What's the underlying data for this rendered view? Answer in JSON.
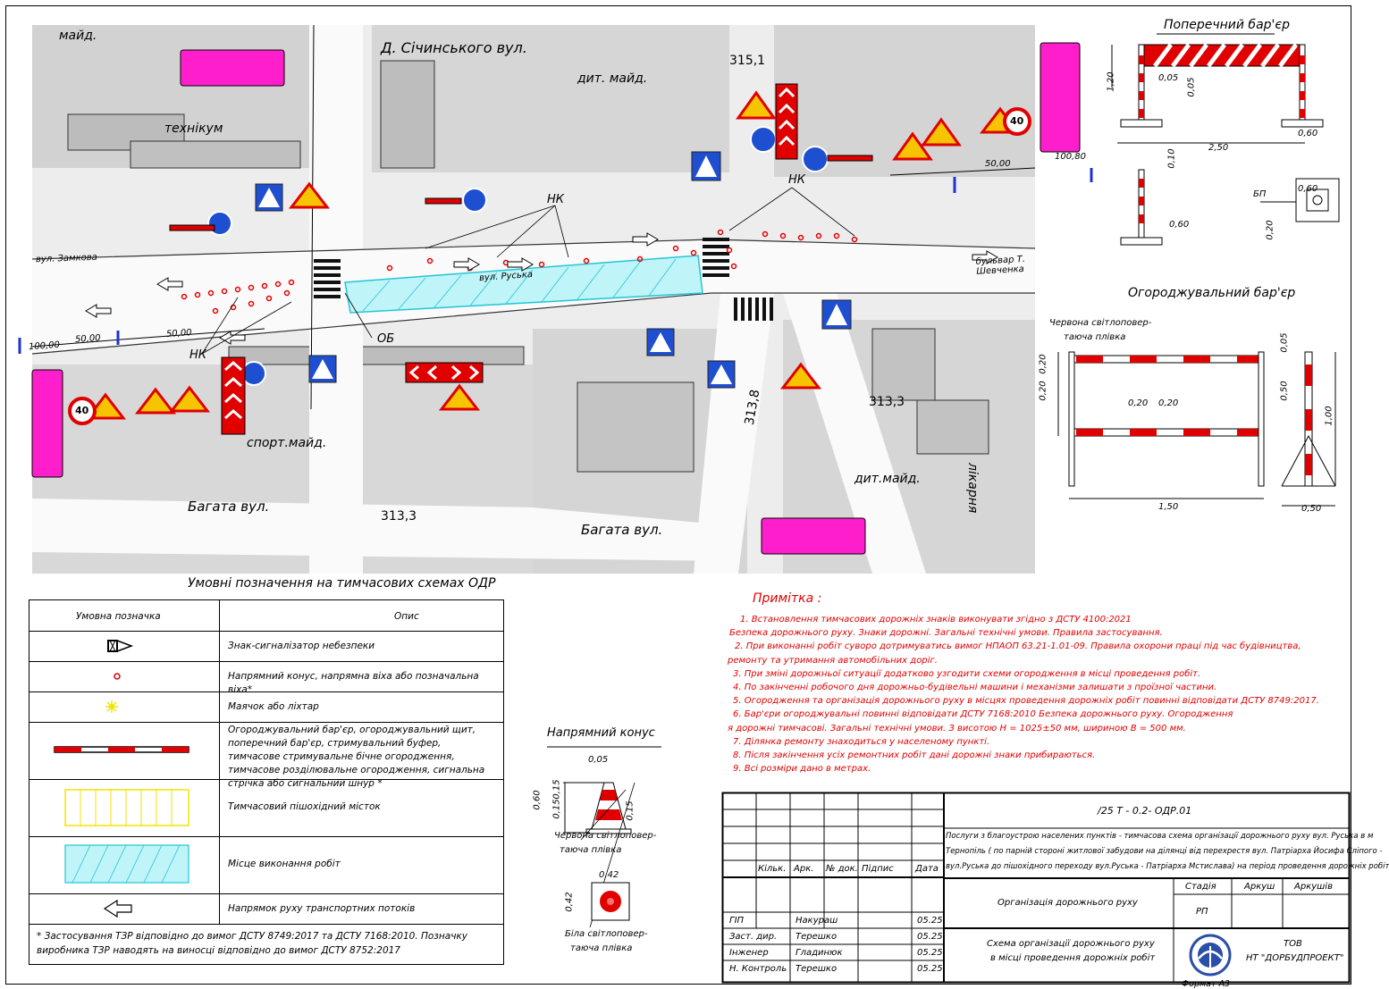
{
  "map": {
    "street_sichynskoho": "Д. Січинського вул.",
    "street_zamkova": "вул. Замкова",
    "street_ruska": "вул. Руська",
    "street_bahata_1": "Багата вул.",
    "street_bahata_2": "Багата вул.",
    "blvd_shevchenka": "бульвар Т. Шевченка",
    "technikum": "технікум",
    "dyt_maid_1": "дит. майд.",
    "dyt_maid_2": "дит.майд.",
    "sport_maid": "спорт.майд.",
    "maid": "майд.",
    "likarnia": "лікарня",
    "dim_50_left": "50,00",
    "dim_100_left": "100,00",
    "dim_50_right": "50,00",
    "dim_100_right": "100,80",
    "elev_315_1": "315,1",
    "elev_313_3a": "313,3",
    "elev_313_3b": "313,3",
    "elev_313_8": "313,8",
    "label_nk_1": "НК",
    "label_nk_2": "НК",
    "label_nk_3": "НК",
    "label_ob": "ОБ",
    "sign_40": "40"
  },
  "legend": {
    "title": "Умовні позначення на тимчасових схемах ОДР",
    "col_symbol": "Умовна позначка",
    "col_desc": "Опис",
    "rows": [
      {
        "desc": "Знак-сигналізатор небезпеки"
      },
      {
        "desc": "Напрямний конус, напрямна віха або позначальна віха*"
      },
      {
        "desc": "Маячок або ліхтар"
      },
      {
        "desc": "Огороджувальний бар'єр, огороджувальний щит, поперечний бар'єр, стримувальний буфер, тимчасове стримувальне бічне огородження, тимчасове розділювальне огородження, сигнальна стрічка або сигнальний шнур *"
      },
      {
        "desc": "Тимчасовий пішохідний місток"
      },
      {
        "desc": "Місце виконання робіт"
      },
      {
        "desc": "Напрямок руху транспортних потоків"
      }
    ],
    "footnote": "* Застосування ТЗР відповідно до вимог ДСТУ 8749:2017 та ДСТУ 7168:2010. Позначку виробника ТЗР наводять на виносці відповідно до вимог ДСТУ 8752:2017"
  },
  "notes": {
    "title": "Примітка :",
    "lines": [
      "1. Встановлення тимчасових дорожніх знаків виконувати згідно з ДСТУ 4100:2021",
      "Безпека дорожнього руху. Знаки дорожні. Загальні технічні умови. Правила застосування.",
      "2. При виконанні робіт суворо дотримуватись вимог НПАОП 63.21-1.01-09. Правила охорони праці під час будівництва,",
      "ремонту та утримання автомобільних доріг.",
      "3. При зміні дорожньої ситуації додатково узгодити схеми огородження в місці проведення робіт.",
      "4. По закінченні робочого дня дорожньо-будівельні машини і механізми залишати з проїзної частини.",
      "5. Огородження та організація дорожнього руху в місцях проведення дорожніх робіт повинні відповідати ДСТУ 8749:2017.",
      "6. Бар'єри огороджувальні повинні відповідати ДСТУ 7168:2010 Безпека дорожнього руху. Огородження",
      "я дорожні тимчасові. Загальні технічні умови. З висотою Н = 1025±50 мм, шириною В = 500 мм.",
      "7. Ділянка ремонту знаходиться у населеному пункті.",
      "8. Після закінчення усіх ремонтних робіт дані дорожні знаки прибираються.",
      "9. Всі розміри дано в метрах."
    ]
  },
  "cone": {
    "title": "Напрямний конус",
    "dim_005": "0,05",
    "dim_060": "0,60",
    "dim_015a": "0,15",
    "dim_015b": "0,15",
    "dim_015c": "0,15",
    "dim_042a": "0,42",
    "dim_042b": "0,42",
    "film_red_1": "Червона світлоповер-",
    "film_red_2": "таюча плівка",
    "film_white_1": "Біла світлоповер-",
    "film_white_2": "таюча плівка"
  },
  "cross_barrier": {
    "title": "Поперечний бар'єр",
    "dim_120": "1,20",
    "dim_005a": "0,05",
    "dim_005b": "0,05",
    "dim_250": "2,50",
    "dim_060a": "0,60",
    "dim_010": "0,10",
    "dim_060b": "0,60",
    "dim_bp": "БП",
    "dim_060c": "0,60",
    "dim_020": "0,20"
  },
  "fence_barrier": {
    "title": "Огороджувальний бар'єр",
    "film_1": "Червона світлоповер-",
    "film_2": "таюча плівка",
    "dim_005": "0,05",
    "dim_020a": "0,20",
    "dim_020b": "0,20",
    "dim_020c": "0,20",
    "dim_020d": "0,20",
    "dim_050a": "0,50",
    "dim_100": "1,00",
    "dim_150": "1,50",
    "dim_050b": "0,50"
  },
  "title_block": {
    "code": "/25 Т - 0.2- ОДР.01",
    "desc_1": "Послуги з благоустрою населених пунктів - тимчасова схема організації дорожнього руху вул. Руська в м",
    "desc_2": "Тернопіль ( по парній стороні житлової забудови на ділянці від перехрестя вул. Патріарха Йосифа Сліпого -",
    "desc_3": "вул.Руська до пішохідного переходу вул.Руська - Патріарха Мстислава) на період проведення дорожніх робіт",
    "col_kilk": "Кільк.",
    "col_ark": "Арк.",
    "col_ndok": "№ док.",
    "col_pidpys": "Підпис",
    "col_data": "Дата",
    "section": "Організація дорожнього руху",
    "stadia": "Стадія",
    "arkush": "Аркуш",
    "arkushiv": "Аркушів",
    "stadia_val": "РП",
    "gip": "ГІП",
    "gip_name": "Накураш",
    "gip_date": "05.25",
    "zast": "Заст. дир.",
    "zast_name": "Терешко",
    "zast_date": "05.25",
    "inzh": "Інженер",
    "inzh_name": "Гладинюк",
    "inzh_date": "05.25",
    "nkontr": "Н. Контроль",
    "nkontr_name": "Терешко",
    "nkontr_date": "05.25",
    "scheme_1": "Схема організації дорожнього руху",
    "scheme_2": "в місці проведення дорожніх робіт",
    "company_1": "ТОВ",
    "company_2": "НТ \"ДОРБУДПРОЕКТ\"",
    "format": "Формат А3"
  }
}
